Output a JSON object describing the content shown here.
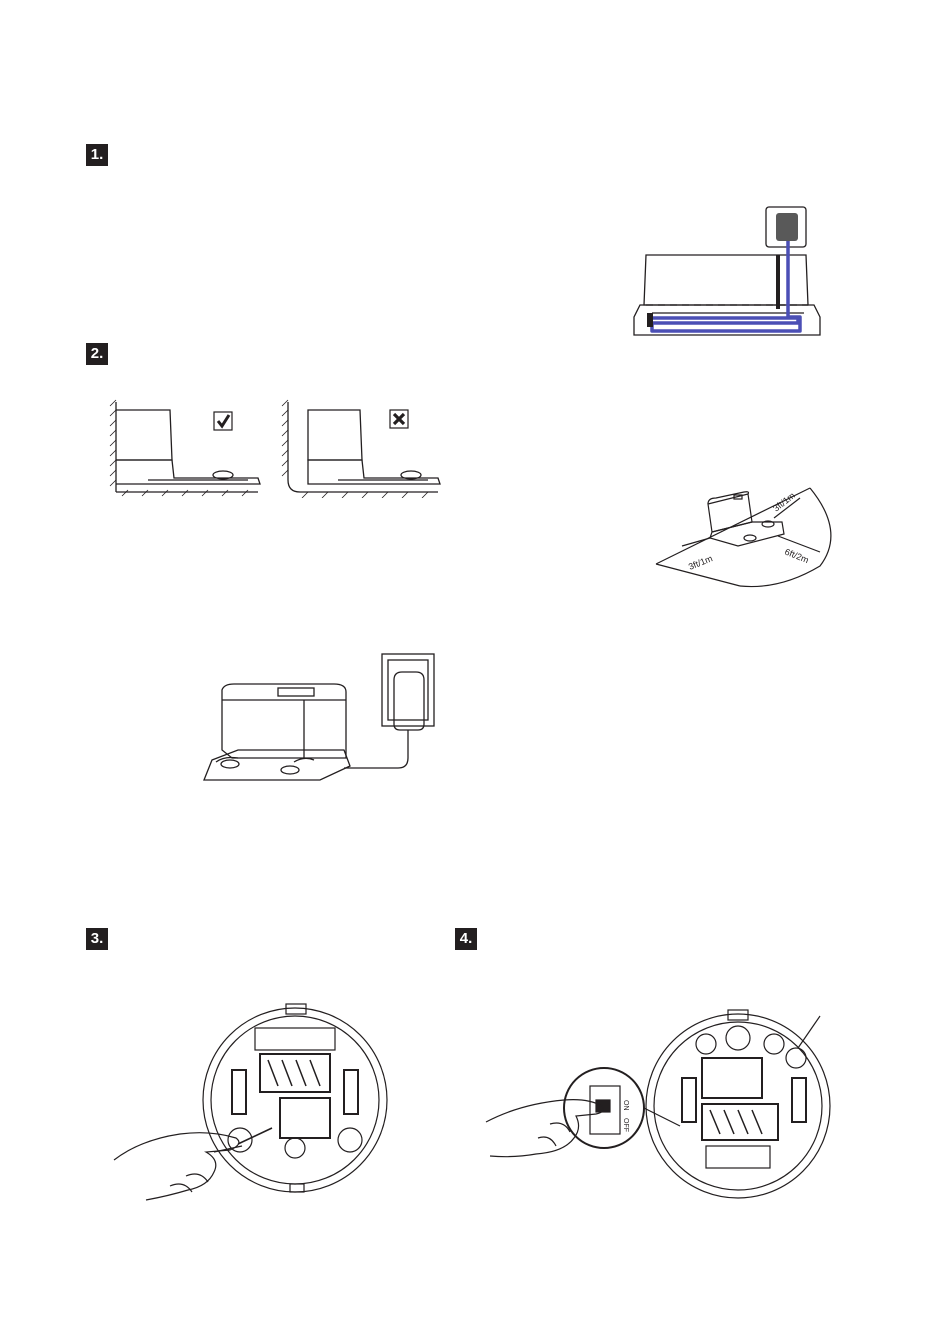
{
  "steps": [
    {
      "number": "1."
    },
    {
      "number": "2."
    },
    {
      "number": "3."
    },
    {
      "number": "4."
    }
  ],
  "placement": {
    "distance_sides": "3ft/1m",
    "distance_side_right": "3ft/1m",
    "distance_front": "6ft/2m"
  },
  "power_switch": {
    "on_label": "ON",
    "off_label": "OFF"
  },
  "colors": {
    "ink": "#231f20",
    "cable_route": "#4b4fb5",
    "adapter": "#595959"
  }
}
